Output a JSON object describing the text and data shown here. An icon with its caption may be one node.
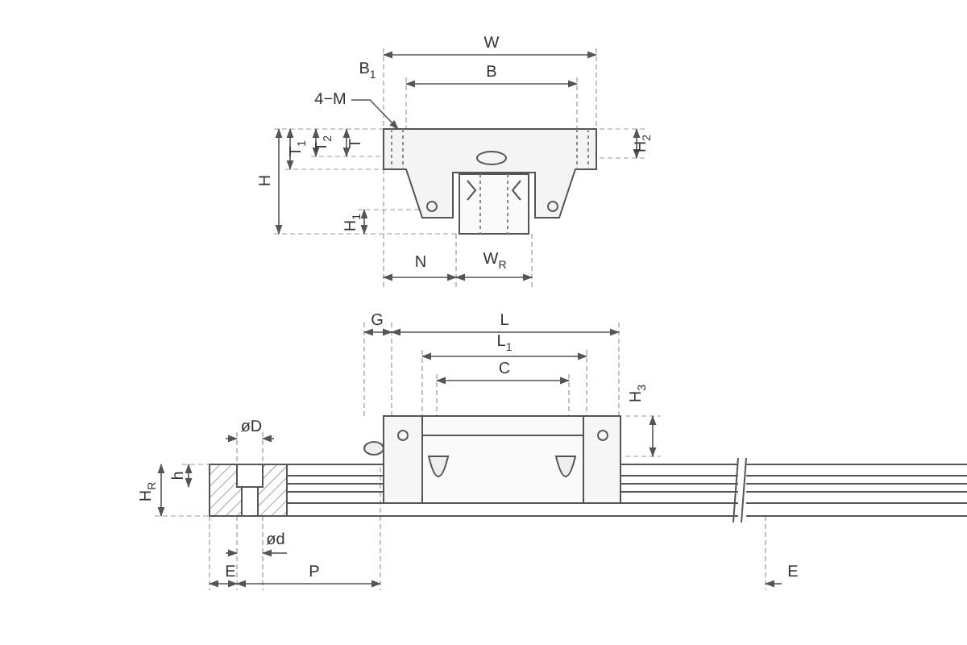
{
  "diagram": {
    "nodes": [
      {
        "text": [
          "4−M"
        ]
      },
      {
        "text": [],
        "shape": "picture"
      }
    ],
    "edges": [
      {
        "from": 0,
        "to": 1,
        "arrow": "to"
      }
    ],
    "labels": [
      "W",
      "B$_{1}$",
      "B",
      "H",
      "T$_{1}$",
      "T$_{2}$",
      "T",
      "H$_{2}$",
      "H$_{1}$",
      "N",
      "W$_{R}$",
      "G",
      "L",
      "L$_{1}$",
      "C",
      "H$_{3}$",
      "øD",
      "h",
      "H$_{R}$",
      "ød",
      "E",
      "P",
      "E"
    ]
  }
}
